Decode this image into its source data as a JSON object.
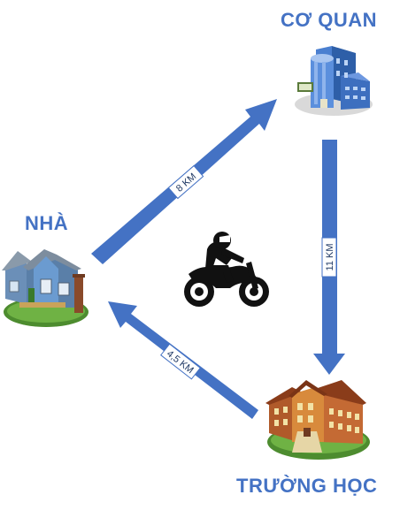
{
  "colors": {
    "arrow": "#4472c4",
    "label": "#4472c4",
    "distance_box": "#ffffff"
  },
  "places": {
    "office": {
      "label": "CƠ QUAN",
      "icon": "office-building-icon"
    },
    "home": {
      "label": "NHÀ",
      "icon": "house-icon"
    },
    "school": {
      "label": "TRƯỜNG HỌC",
      "icon": "school-building-icon"
    }
  },
  "routes": [
    {
      "from": "home",
      "to": "office",
      "distance": "8 KM"
    },
    {
      "from": "office",
      "to": "school",
      "distance": "11 KM"
    },
    {
      "from": "school",
      "to": "home",
      "distance": "4,5 KM"
    }
  ],
  "center_icon": "motorcycle-rider-icon"
}
